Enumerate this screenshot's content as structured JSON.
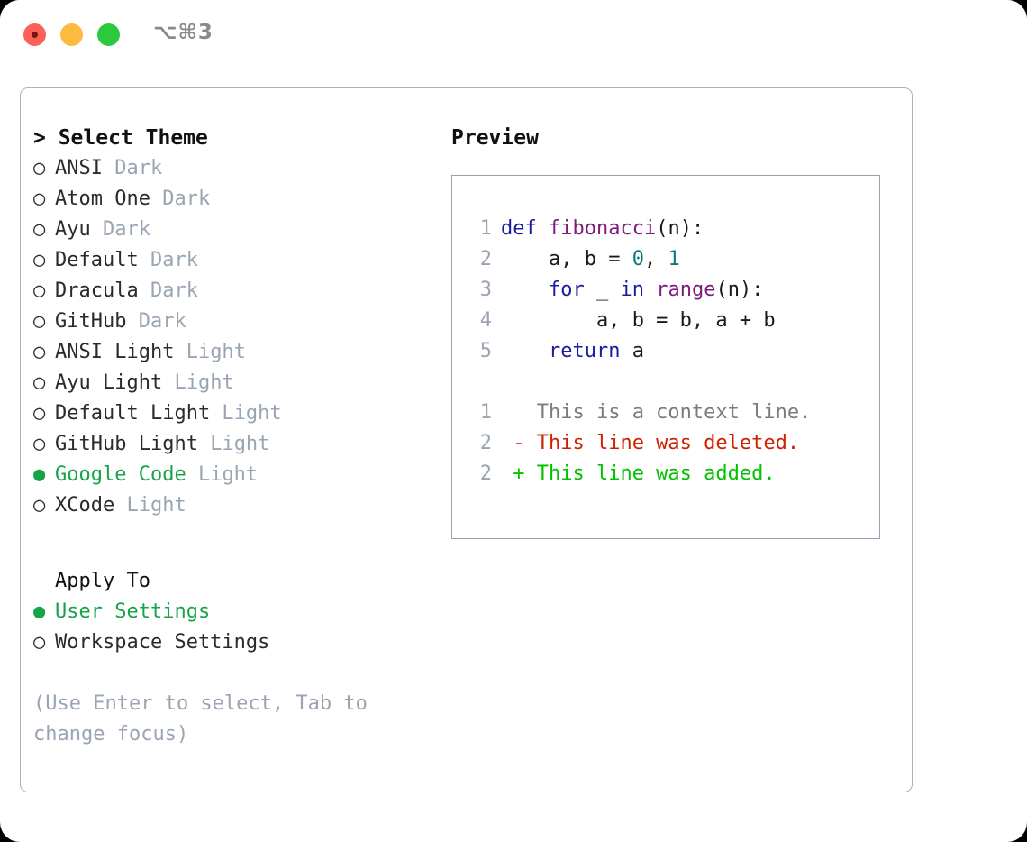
{
  "titlebar": {
    "shortcut": "⌥⌘3",
    "buttons": [
      {
        "name": "close",
        "color": "#fc6058"
      },
      {
        "name": "minimize",
        "color": "#fcbb40"
      },
      {
        "name": "maximize",
        "color": "#2bc840"
      }
    ]
  },
  "theme_picker": {
    "heading": "> Select Theme",
    "markers": {
      "selected": "●",
      "unselected": "○"
    },
    "items": [
      {
        "label": "ANSI",
        "suffix": "Dark",
        "selected": false
      },
      {
        "label": "Atom One",
        "suffix": "Dark",
        "selected": false
      },
      {
        "label": "Ayu",
        "suffix": "Dark",
        "selected": false
      },
      {
        "label": "Default",
        "suffix": "Dark",
        "selected": false
      },
      {
        "label": "Dracula",
        "suffix": "Dark",
        "selected": false
      },
      {
        "label": "GitHub",
        "suffix": "Dark",
        "selected": false
      },
      {
        "label": "ANSI Light",
        "suffix": "Light",
        "selected": false
      },
      {
        "label": "Ayu Light",
        "suffix": "Light",
        "selected": false
      },
      {
        "label": "Default Light",
        "suffix": "Light",
        "selected": false
      },
      {
        "label": "GitHub Light",
        "suffix": "Light",
        "selected": false
      },
      {
        "label": "Google Code",
        "suffix": "Light",
        "selected": true
      },
      {
        "label": "XCode",
        "suffix": "Light",
        "selected": false
      }
    ]
  },
  "apply_to": {
    "heading": "Apply To",
    "items": [
      {
        "label": "User Settings",
        "selected": true
      },
      {
        "label": "Workspace Settings",
        "selected": false
      }
    ]
  },
  "hint": "(Use Enter to select, Tab to change focus)",
  "preview": {
    "heading": "Preview",
    "code_lines": [
      {
        "no": "1",
        "tokens": [
          {
            "t": "def ",
            "c": "kw"
          },
          {
            "t": "fibonacci",
            "c": "fn"
          },
          {
            "t": "(n):",
            "c": "txt"
          }
        ]
      },
      {
        "no": "2",
        "tokens": [
          {
            "t": "    a, b = ",
            "c": "txt"
          },
          {
            "t": "0",
            "c": "num"
          },
          {
            "t": ", ",
            "c": "txt"
          },
          {
            "t": "1",
            "c": "num"
          }
        ]
      },
      {
        "no": "3",
        "tokens": [
          {
            "t": "    ",
            "c": "txt"
          },
          {
            "t": "for",
            "c": "kw"
          },
          {
            "t": " _ ",
            "c": "txt"
          },
          {
            "t": "in",
            "c": "kw"
          },
          {
            "t": " ",
            "c": "txt"
          },
          {
            "t": "range",
            "c": "fn"
          },
          {
            "t": "(n):",
            "c": "txt"
          }
        ]
      },
      {
        "no": "4",
        "tokens": [
          {
            "t": "        a, b = b, a + b",
            "c": "txt"
          }
        ]
      },
      {
        "no": "5",
        "tokens": [
          {
            "t": "    ",
            "c": "txt"
          },
          {
            "t": "return",
            "c": "kw"
          },
          {
            "t": " a",
            "c": "txt"
          }
        ]
      }
    ],
    "diff_lines": [
      {
        "no": "1",
        "tokens": [
          {
            "t": "   This is a context line.",
            "c": "ctx"
          }
        ]
      },
      {
        "no": "2",
        "tokens": [
          {
            "t": " - This line was deleted.",
            "c": "del"
          }
        ]
      },
      {
        "no": "2",
        "tokens": [
          {
            "t": " + This line was added.",
            "c": "add"
          }
        ]
      }
    ]
  },
  "colors": {
    "accent_green": "#16a34a",
    "muted": "#9aa5b4",
    "border": "#aab3c0",
    "keyword": "#1c1ca0",
    "function": "#7d1a7d",
    "number": "#0a7a78",
    "diff_deleted": "#cc2200",
    "diff_added": "#00c000"
  }
}
